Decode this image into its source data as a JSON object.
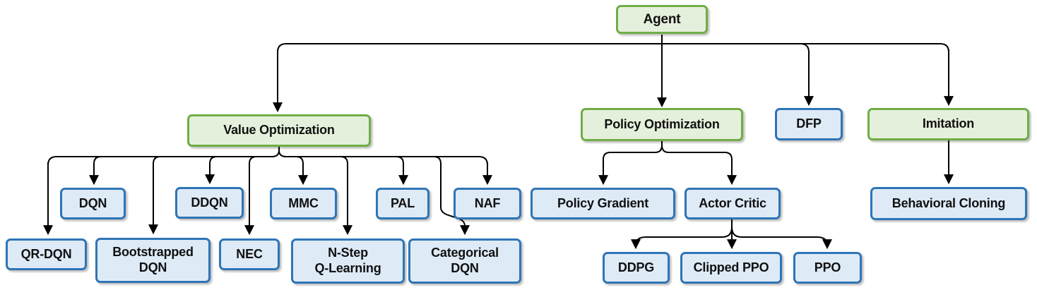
{
  "diagram": {
    "description": "Reinforcement learning agent algorithm hierarchy tree",
    "colors": {
      "category_fill": "#e5f0dc",
      "category_border": "#70ad47",
      "algorithm_fill": "#deebf7",
      "algorithm_border": "#2e75b6",
      "connector": "#000000",
      "text": "#111111"
    },
    "nodes": {
      "agent": {
        "label": "Agent",
        "type": "category"
      },
      "value_optimization": {
        "label": "Value Optimization",
        "type": "category"
      },
      "policy_optimization": {
        "label": "Policy Optimization",
        "type": "category"
      },
      "dfp": {
        "label": "DFP",
        "type": "algorithm"
      },
      "imitation": {
        "label": "Imitation",
        "type": "category"
      },
      "dqn": {
        "label": "DQN",
        "type": "algorithm"
      },
      "ddqn": {
        "label": "DDQN",
        "type": "algorithm"
      },
      "mmc": {
        "label": "MMC",
        "type": "algorithm"
      },
      "pal": {
        "label": "PAL",
        "type": "algorithm"
      },
      "naf": {
        "label": "NAF",
        "type": "algorithm"
      },
      "qr_dqn": {
        "label": "QR-DQN",
        "type": "algorithm"
      },
      "bootstrapped_dqn": {
        "label": "Bootstrapped\nDQN",
        "type": "algorithm"
      },
      "nec": {
        "label": "NEC",
        "type": "algorithm"
      },
      "n_step_q_learning": {
        "label": "N-Step\nQ-Learning",
        "type": "algorithm"
      },
      "categorical_dqn": {
        "label": "Categorical\nDQN",
        "type": "algorithm"
      },
      "policy_gradient": {
        "label": "Policy Gradient",
        "type": "algorithm"
      },
      "actor_critic": {
        "label": "Actor Critic",
        "type": "algorithm"
      },
      "ddpg": {
        "label": "DDPG",
        "type": "algorithm"
      },
      "clipped_ppo": {
        "label": "Clipped PPO",
        "type": "algorithm"
      },
      "ppo": {
        "label": "PPO",
        "type": "algorithm"
      },
      "behavioral_cloning": {
        "label": "Behavioral Cloning",
        "type": "algorithm"
      }
    },
    "edges": [
      {
        "from": "agent",
        "to": "value_optimization"
      },
      {
        "from": "agent",
        "to": "policy_optimization"
      },
      {
        "from": "agent",
        "to": "dfp"
      },
      {
        "from": "agent",
        "to": "imitation"
      },
      {
        "from": "value_optimization",
        "to": "qr_dqn"
      },
      {
        "from": "value_optimization",
        "to": "dqn"
      },
      {
        "from": "value_optimization",
        "to": "bootstrapped_dqn"
      },
      {
        "from": "value_optimization",
        "to": "ddqn"
      },
      {
        "from": "value_optimization",
        "to": "nec"
      },
      {
        "from": "value_optimization",
        "to": "mmc"
      },
      {
        "from": "value_optimization",
        "to": "n_step_q_learning"
      },
      {
        "from": "value_optimization",
        "to": "pal"
      },
      {
        "from": "value_optimization",
        "to": "categorical_dqn"
      },
      {
        "from": "value_optimization",
        "to": "naf"
      },
      {
        "from": "policy_optimization",
        "to": "policy_gradient"
      },
      {
        "from": "policy_optimization",
        "to": "actor_critic"
      },
      {
        "from": "actor_critic",
        "to": "ddpg"
      },
      {
        "from": "actor_critic",
        "to": "clipped_ppo"
      },
      {
        "from": "actor_critic",
        "to": "ppo"
      },
      {
        "from": "imitation",
        "to": "behavioral_cloning"
      }
    ]
  }
}
